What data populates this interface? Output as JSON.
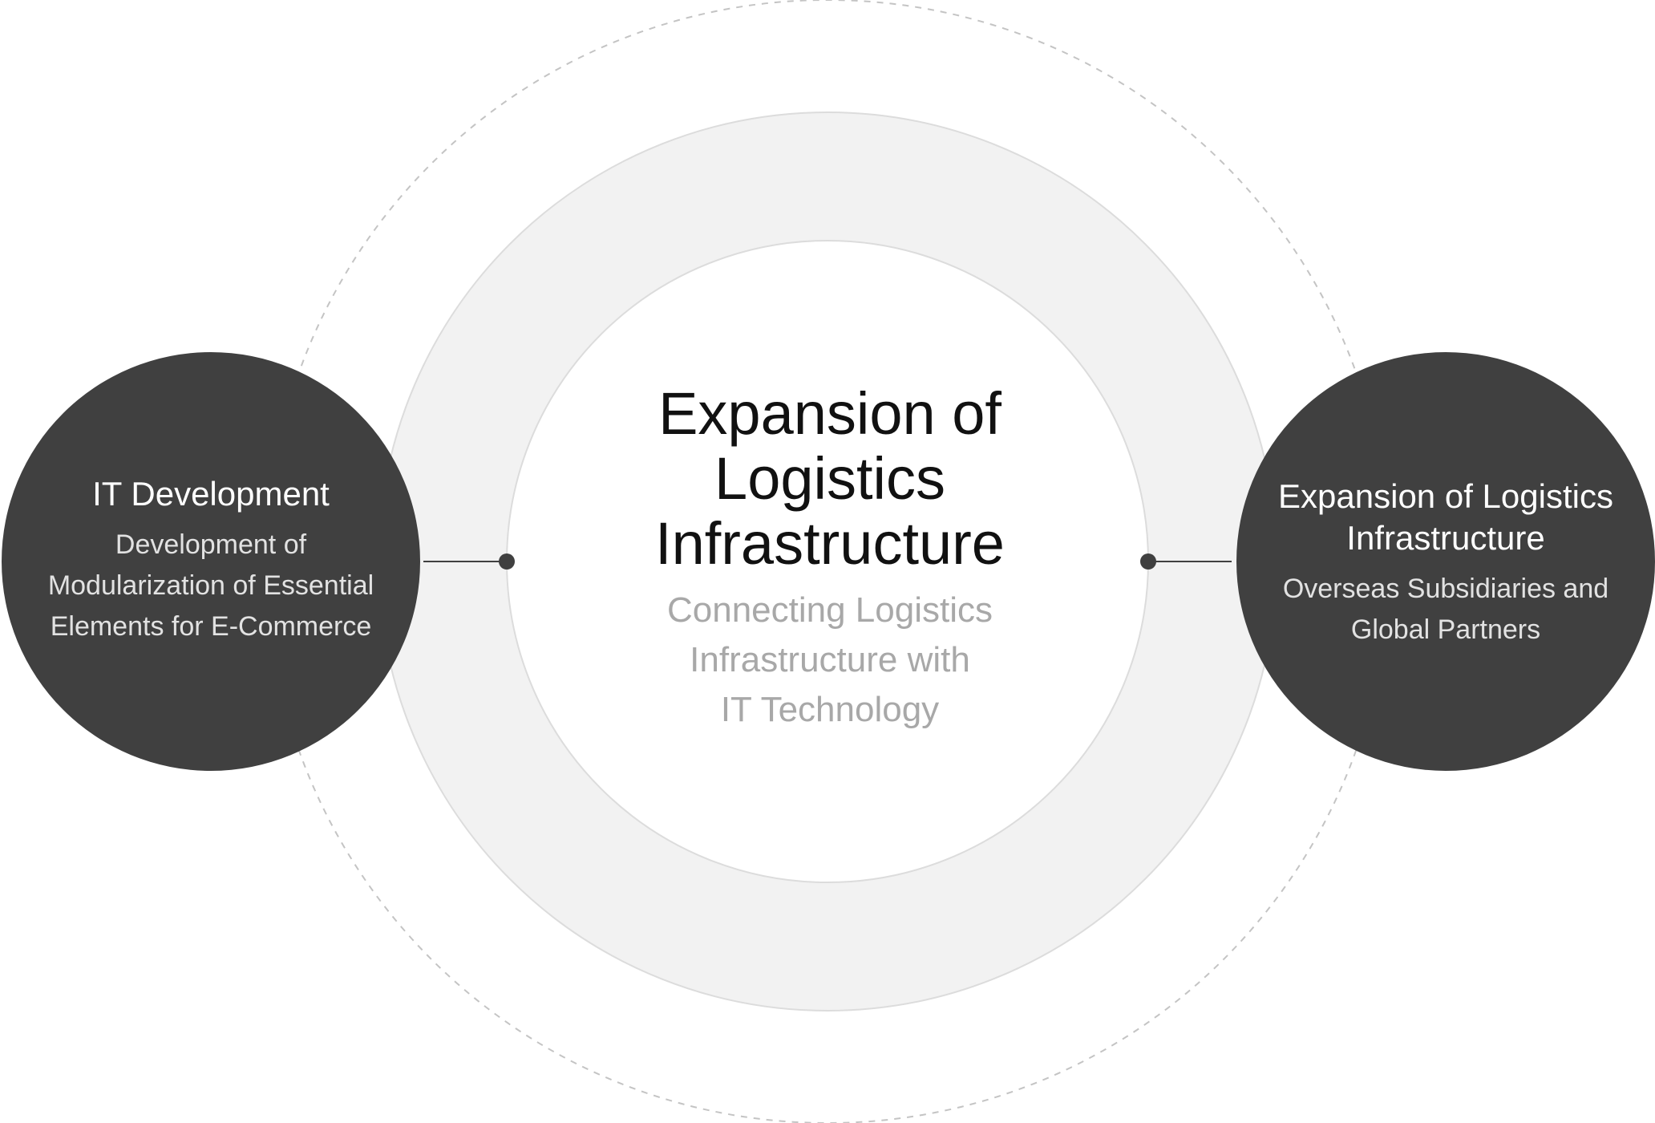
{
  "center": {
    "title_lines": [
      "Expansion of",
      "Logistics",
      "Infrastructure"
    ],
    "subtitle_lines": [
      "Connecting Logistics",
      "Infrastructure with",
      "IT Technology"
    ]
  },
  "left_node": {
    "title": "IT Development",
    "desc_lines": [
      "Development of",
      "Modularization of Essential",
      "Elements for E-Commerce"
    ]
  },
  "right_node": {
    "title_lines": [
      "Expansion of Logistics",
      "Infrastructure"
    ],
    "desc_lines": [
      "Overseas Subsidiaries and",
      "Global Partners"
    ]
  },
  "colors": {
    "node_fill": "#404040",
    "ring_fill": "#f2f2f2",
    "ring_stroke": "#dcdcdc",
    "dashed_orbit": "#c4c4c4",
    "connector": "#404040"
  }
}
